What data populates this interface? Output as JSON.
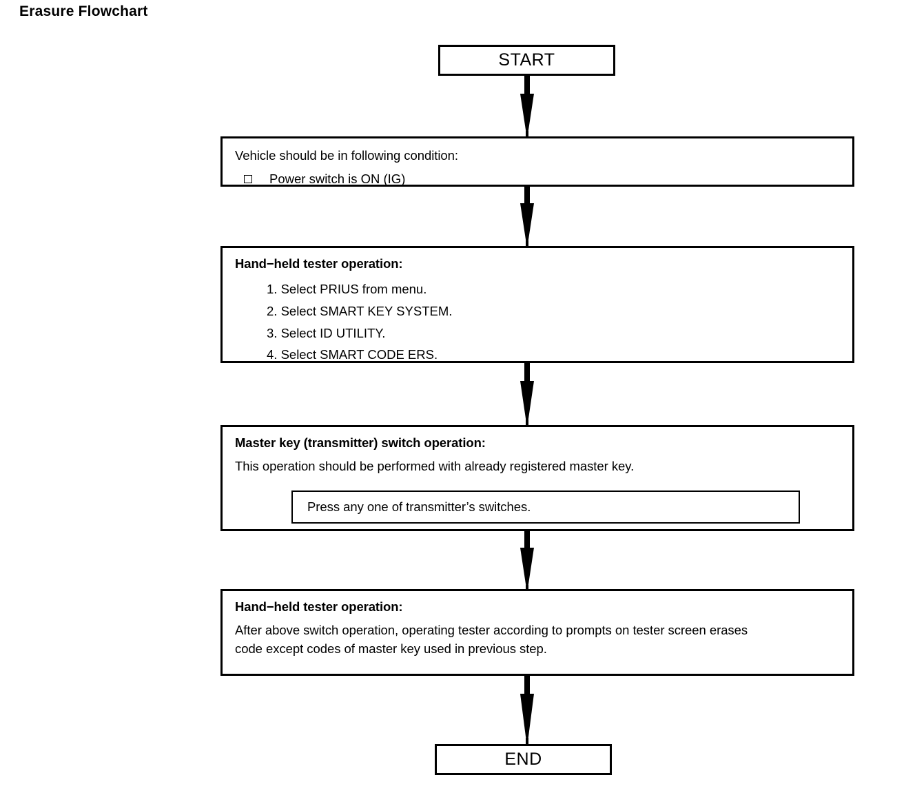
{
  "document": {
    "title": "Erasure Flowchart"
  },
  "flow": {
    "start": {
      "label": "START"
    },
    "end": {
      "label": "END"
    },
    "nodes": [
      {
        "id": "condition",
        "heading": "Vehicle should be in following condition:",
        "bullet_icon": "checkbox-empty-icon",
        "bullet": "Power switch is ON (IG)"
      },
      {
        "id": "tester-menu",
        "heading": "Hand−held tester operation:",
        "steps": [
          "1. Select PRIUS from menu.",
          "2. Select SMART KEY SYSTEM.",
          "3. Select ID UTILITY.",
          "4. Select SMART CODE ERS."
        ]
      },
      {
        "id": "master-key",
        "heading": "Master key (transmitter) switch operation:",
        "body": "This operation should be performed with already registered master key.",
        "inner": "Press any one of transmitter’s switches."
      },
      {
        "id": "tester-erase",
        "heading": "Hand−held tester operation:",
        "body_line1": "After above switch operation, operating tester according to prompts on tester screen erases",
        "body_line2": "code except codes of master key used in previous step."
      }
    ],
    "connectors": [
      {
        "id": "arrow-start-to-condition",
        "icon": "down-arrow-icon"
      },
      {
        "id": "arrow-condition-to-tester-menu",
        "icon": "down-arrow-icon"
      },
      {
        "id": "arrow-tester-menu-to-master-key",
        "icon": "down-arrow-icon"
      },
      {
        "id": "arrow-master-key-to-tester-erase",
        "icon": "down-arrow-icon"
      },
      {
        "id": "arrow-tester-erase-to-end",
        "icon": "down-arrow-icon"
      }
    ]
  },
  "style": {
    "stroke": "#000000",
    "background": "#ffffff"
  }
}
